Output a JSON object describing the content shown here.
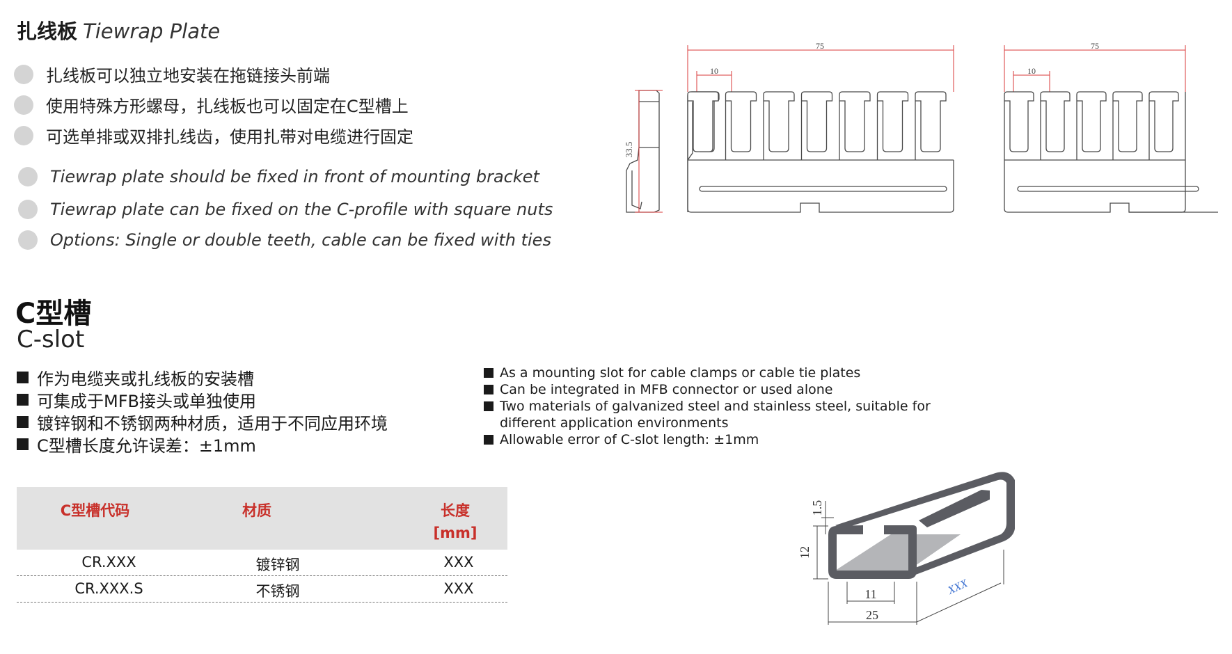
{
  "tiewrap": {
    "title_cn": "扎线板",
    "title_en": "Tiewrap Plate",
    "bullets_cn": [
      "扎线板可以独立地安装在拖链接头前端",
      "使用特殊方形螺母，扎线板也可以固定在C型槽上",
      "可选单排或双排扎线齿，使用扎带对电缆进行固定"
    ],
    "bullets_en": [
      "Tiewrap plate should be fixed in front of mounting bracket",
      "Tiewrap plate can be fixed on the C-profile with square nuts",
      "Options: Single or double teeth, cable can be fixed with ties"
    ],
    "drawing": {
      "height_dim": "33.5",
      "width_dim_1": "75",
      "tooth_dim_1": "10",
      "width_dim_2": "75",
      "tooth_dim_2": "10"
    }
  },
  "cslot": {
    "title_cn": "C型槽",
    "title_en": "C-slot",
    "bullets_cn": [
      "作为电缆夹或扎线板的安装槽",
      "可集成于MFB接头或单独使用",
      "镀锌钢和不锈钢两种材质，适用于不同应用环境",
      "C型槽长度允许误差：±1mm"
    ],
    "bullets_en": [
      "As a mounting slot for cable clamps or cable tie plates",
      "Can be integrated in MFB connector or used alone",
      "Two materials of galvanized steel and stainless steel, suitable for",
      "different application environments",
      "Allowable error of C-slot length: ±1mm"
    ],
    "table": {
      "headers": [
        "C型槽代码",
        "材质",
        "长度",
        "[mm]"
      ],
      "rows": [
        [
          "CR.XXX",
          "镀锌钢",
          "XXX"
        ],
        [
          "CR.XXX.S",
          "不锈钢",
          "XXX"
        ]
      ]
    },
    "drawing": {
      "dim_lip": "1.5",
      "dim_height": "12",
      "dim_opening": "11",
      "dim_width": "25",
      "dim_length": "XXX"
    }
  },
  "colors": {
    "header_red": "#c8302a",
    "table_header_bg": "#e2e2e2",
    "bullet_dot": "#d4d4d4",
    "dim_red": "#d83a3a",
    "profile_dark": "#5b5c62",
    "profile_inner": "#b4b5b8",
    "length_blue": "#3a6fd0"
  }
}
